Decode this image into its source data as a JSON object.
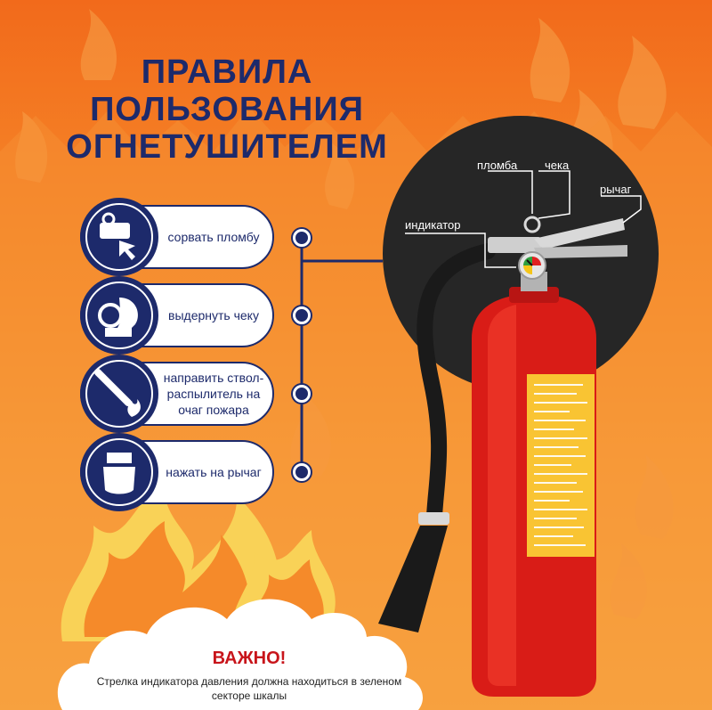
{
  "title": {
    "line1": "ПРАВИЛА",
    "line2": "ПОЛЬЗОВАНИЯ",
    "line3": "ОГНЕТУШИТЕЛЕМ"
  },
  "steps": [
    {
      "label": "сорвать пломбу",
      "icon": "break-seal-icon"
    },
    {
      "label": "выдернуть чеку",
      "icon": "pull-pin-icon"
    },
    {
      "label": "направить ствол-распылитель на очаг пожара",
      "icon": "aim-nozzle-icon"
    },
    {
      "label": "нажать на рычаг",
      "icon": "press-lever-icon"
    }
  ],
  "parts": {
    "seal": "пломба",
    "pin": "чека",
    "lever": "рычаг",
    "indicator": "индикатор"
  },
  "important": {
    "title": "ВАЖНО!",
    "text": "Стрелка индикатора давления должна находиться в зеленом секторе шкалы"
  },
  "colors": {
    "navy": "#1d2a6b",
    "orange_bg": "#f26a1b",
    "extinguisher_red": "#d91c17",
    "important_red": "#c8151b"
  }
}
